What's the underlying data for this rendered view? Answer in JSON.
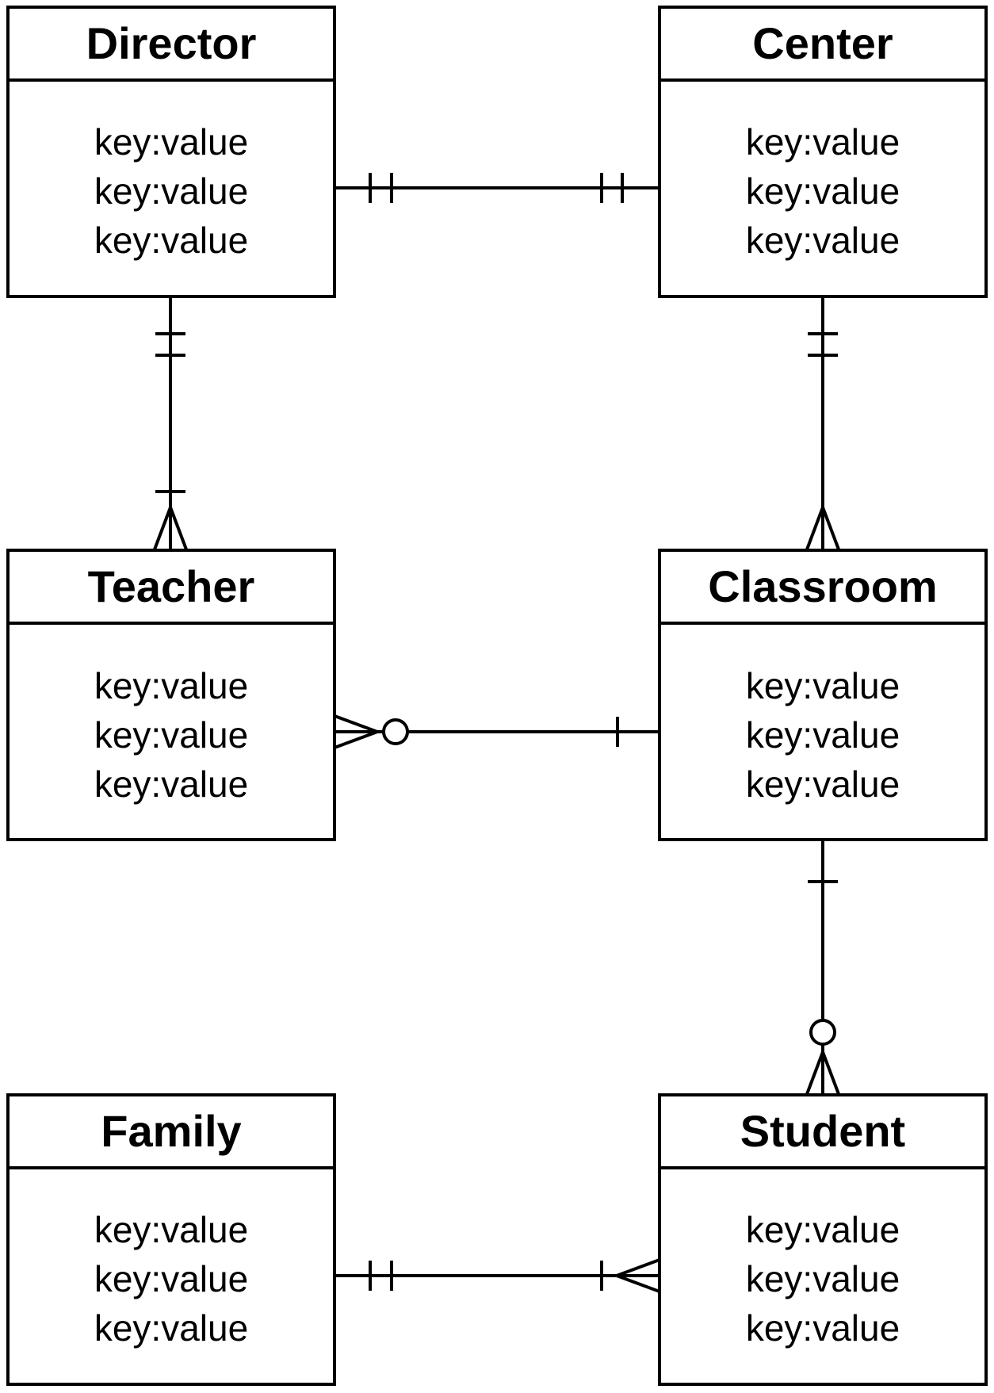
{
  "entities": {
    "director": {
      "title": "Director",
      "attributes": [
        "key:value",
        "key:value",
        "key:value"
      ]
    },
    "center": {
      "title": "Center",
      "attributes": [
        "key:value",
        "key:value",
        "key:value"
      ]
    },
    "teacher": {
      "title": "Teacher",
      "attributes": [
        "key:value",
        "key:value",
        "key:value"
      ]
    },
    "classroom": {
      "title": "Classroom",
      "attributes": [
        "key:value",
        "key:value",
        "key:value"
      ]
    },
    "family": {
      "title": "Family",
      "attributes": [
        "key:value",
        "key:value",
        "key:value"
      ]
    },
    "student": {
      "title": "Student",
      "attributes": [
        "key:value",
        "key:value",
        "key:value"
      ]
    }
  },
  "relationships": [
    {
      "from": "director",
      "to": "center",
      "from_end": "one-and-only-one",
      "to_end": "one-and-only-one"
    },
    {
      "from": "director",
      "to": "teacher",
      "from_end": "one-and-only-one",
      "to_end": "one-or-many"
    },
    {
      "from": "center",
      "to": "classroom",
      "from_end": "one-and-only-one",
      "to_end": "many"
    },
    {
      "from": "classroom",
      "to": "teacher",
      "from_end": "one",
      "to_end": "zero-or-many"
    },
    {
      "from": "classroom",
      "to": "student",
      "from_end": "one",
      "to_end": "zero-or-many"
    },
    {
      "from": "family",
      "to": "student",
      "from_end": "one-and-only-one",
      "to_end": "one-or-many"
    }
  ]
}
